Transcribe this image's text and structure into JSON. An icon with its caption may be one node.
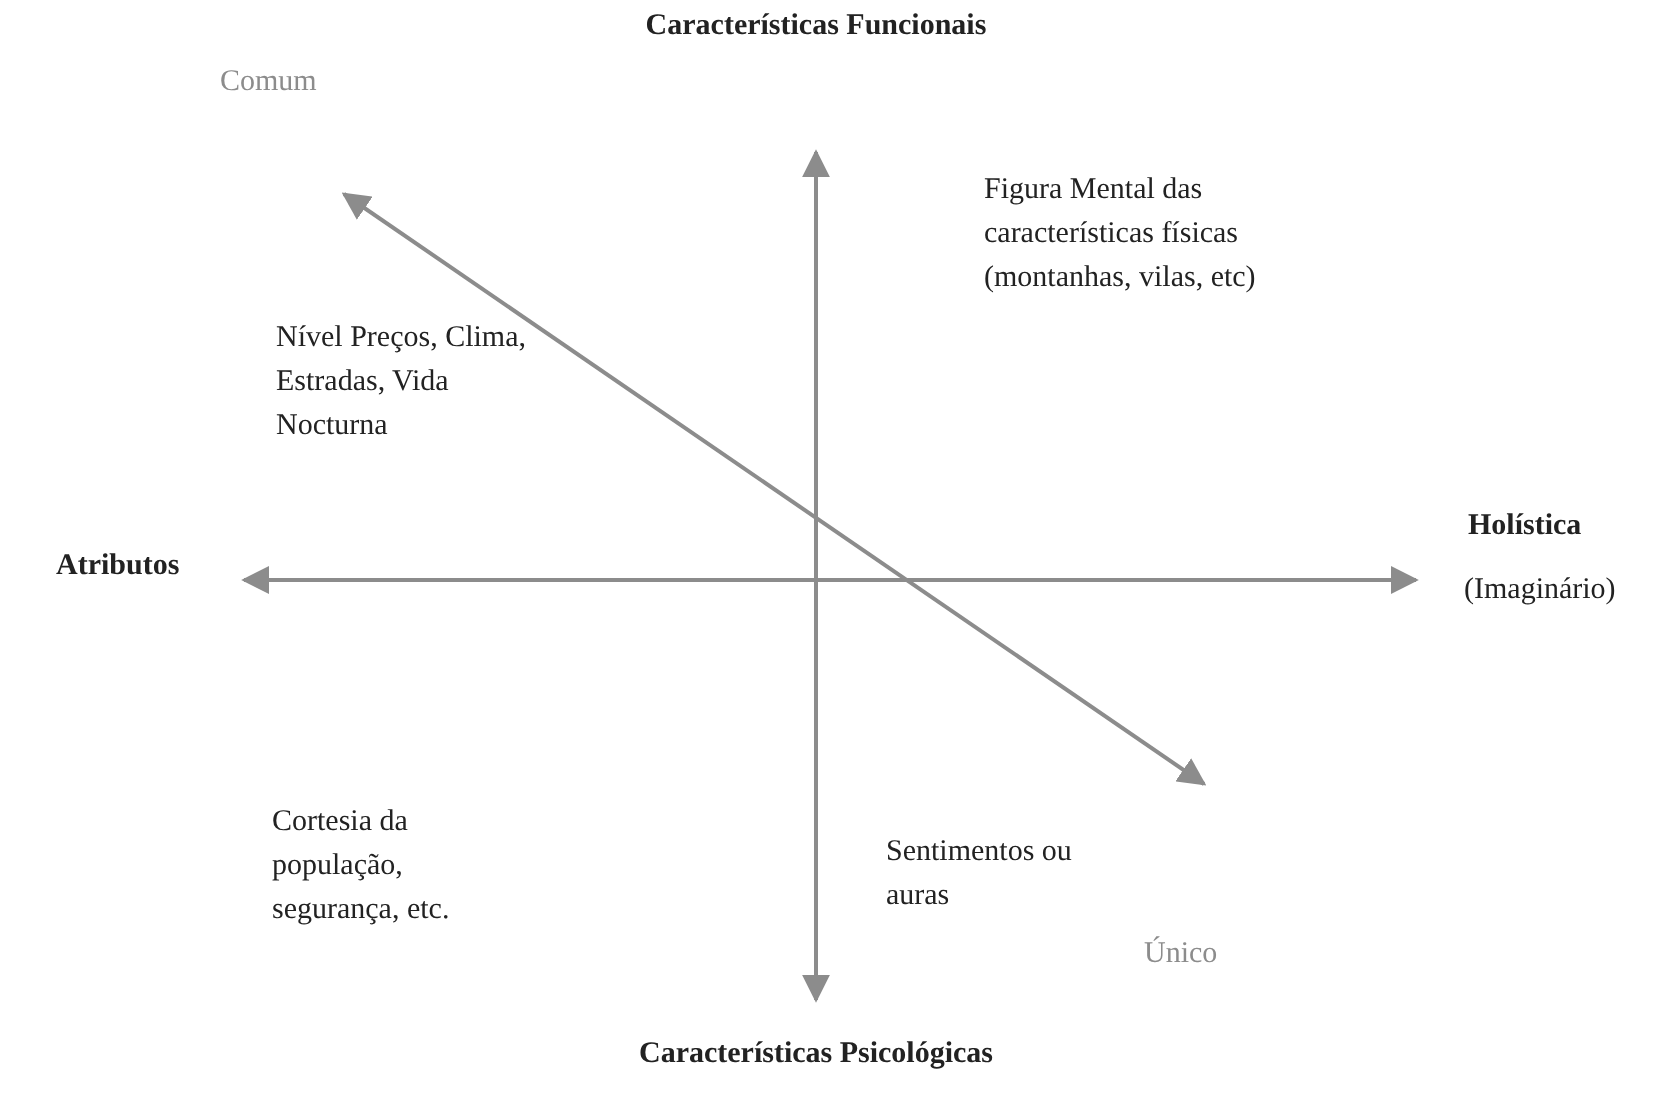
{
  "diagram": {
    "labels": [
      "Características Funcionais",
      "Comum",
      "Figura Mental das características físicas (montanhas, vilas, etc)",
      "Nível Preços, Clima, Estradas, Vida Nocturna",
      "Atributos",
      "Holística",
      "(Imaginário)",
      "Cortesia da população, segurança, etc.",
      "Sentimentos ou auras",
      "Único",
      "Características Psicológicas"
    ]
  }
}
